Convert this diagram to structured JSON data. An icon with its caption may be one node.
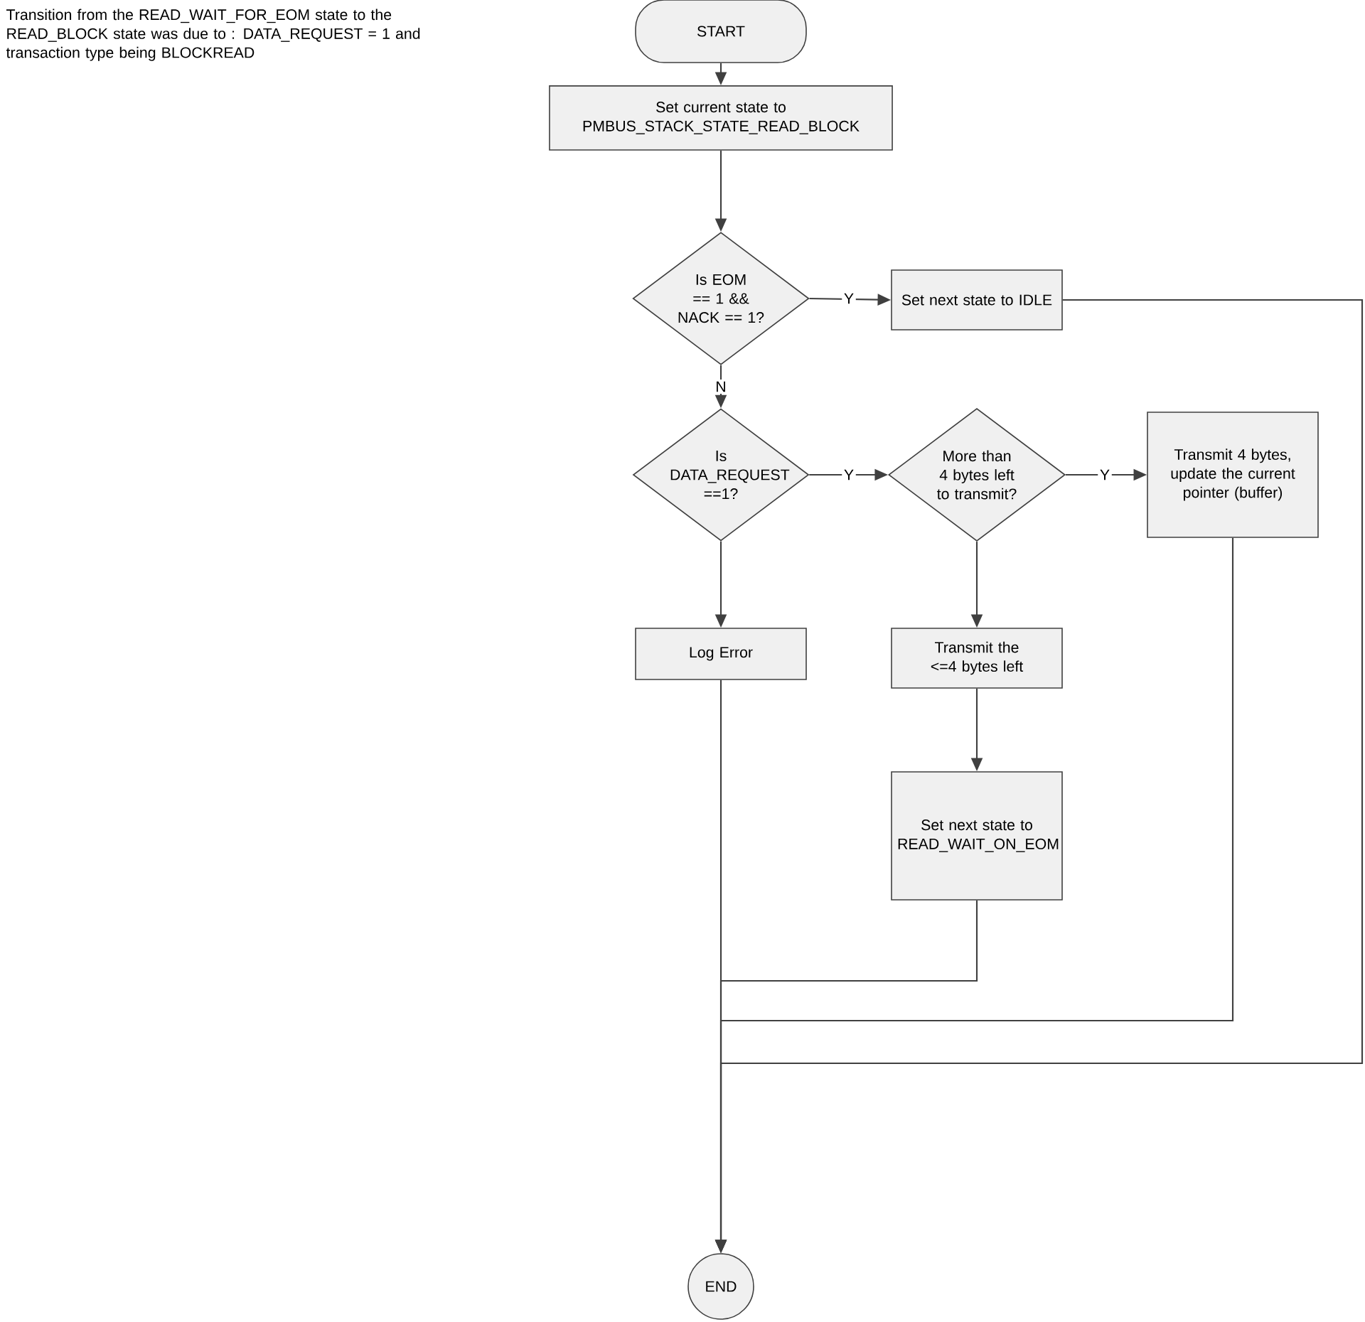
{
  "diagram": {
    "nodes": [
      {
        "text": [
          "START"
        ]
      },
      {
        "text": [
          "Set current state to PMBUS_STACK_STATE_READ_BLOCK"
        ]
      },
      {
        "text": [
          "Is EOM == 1 && NACK == 1?"
        ]
      },
      {
        "text": [
          "Set next state to IDLE"
        ]
      },
      {
        "text": [
          "Is DATA_REQUEST ==1?"
        ]
      },
      {
        "text": [
          "More than 4 bytes left to transmit?"
        ]
      },
      {
        "text": [
          "Transmit 4 bytes, update the current pointer (buffer)"
        ]
      },
      {
        "text": [
          "Log Error"
        ]
      },
      {
        "text": [
          "Transmit the <=4 bytes left"
        ]
      },
      {
        "text": [
          "Set next state to READ_WAIT_ON_EOM"
        ]
      },
      {
        "text": [
          "END"
        ]
      }
    ],
    "edges": [
      {
        "from": 0,
        "to": 1,
        "arrow": "to"
      },
      {
        "from": 1,
        "to": 2,
        "arrow": "to"
      },
      {
        "from": 2,
        "to": 3,
        "arrow": "to",
        "label": "Y"
      },
      {
        "from": 2,
        "to": 4,
        "arrow": "to",
        "label": "N"
      },
      {
        "from": 4,
        "to": 5,
        "arrow": "to",
        "label": "Y"
      },
      {
        "from": 5,
        "to": 6,
        "arrow": "to",
        "label": "Y"
      },
      {
        "from": 4,
        "to": 7,
        "arrow": "to"
      },
      {
        "from": 5,
        "to": 8,
        "arrow": "to"
      },
      {
        "from": 8,
        "to": 9,
        "arrow": "to"
      },
      {
        "from": 7,
        "to": 10,
        "arrow": "to"
      },
      {
        "from": 9,
        "to": 10,
        "arrow": "to"
      },
      {
        "from": 6,
        "to": 10,
        "arrow": "to"
      },
      {
        "from": 3,
        "to": 10,
        "arrow": "to"
      }
    ],
    "labels": [
      "Transition from the READ_WAIT_FOR_EOM state to the READ_BLOCK state was due to : DATA_REQUEST = 1 and transaction type being BLOCKREAD"
    ]
  }
}
